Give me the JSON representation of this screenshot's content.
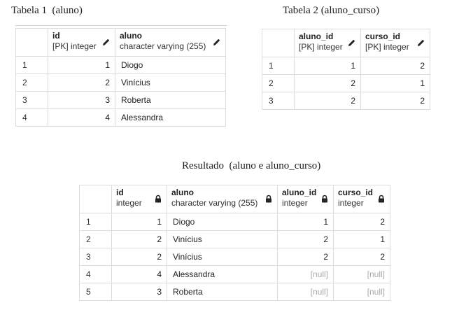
{
  "table1": {
    "caption": "Tabela 1  (aluno)",
    "columns": [
      {
        "name": "id",
        "type": "[PK] integer",
        "icon": "pencil-icon"
      },
      {
        "name": "aluno",
        "type": "character varying (255)",
        "icon": "pencil-icon"
      }
    ],
    "rows": [
      {
        "n": "1",
        "c": [
          "1",
          "Diogo"
        ]
      },
      {
        "n": "2",
        "c": [
          "2",
          "Vinícius"
        ]
      },
      {
        "n": "3",
        "c": [
          "3",
          "Roberta"
        ]
      },
      {
        "n": "4",
        "c": [
          "4",
          "Alessandra"
        ]
      }
    ]
  },
  "table2": {
    "caption": "Tabela 2 (aluno_curso)",
    "columns": [
      {
        "name": "aluno_id",
        "type": "[PK] integer",
        "icon": "pencil-icon"
      },
      {
        "name": "curso_id",
        "type": "[PK] integer",
        "icon": "pencil-icon"
      }
    ],
    "rows": [
      {
        "n": "1",
        "c": [
          "1",
          "2"
        ]
      },
      {
        "n": "2",
        "c": [
          "2",
          "1"
        ]
      },
      {
        "n": "3",
        "c": [
          "2",
          "2"
        ]
      }
    ]
  },
  "result": {
    "caption": "Resultado  (aluno e aluno_curso)",
    "columns": [
      {
        "name": "id",
        "type": "integer",
        "icon": "lock-icon"
      },
      {
        "name": "aluno",
        "type": "character varying (255)",
        "icon": "lock-icon"
      },
      {
        "name": "aluno_id",
        "type": "integer",
        "icon": "lock-icon"
      },
      {
        "name": "curso_id",
        "type": "integer",
        "icon": "lock-icon"
      }
    ],
    "rows": [
      {
        "n": "1",
        "c": [
          "1",
          "Diogo",
          "1",
          "2"
        ]
      },
      {
        "n": "2",
        "c": [
          "2",
          "Vinícius",
          "2",
          "1"
        ]
      },
      {
        "n": "3",
        "c": [
          "2",
          "Vinícius",
          "2",
          "2"
        ]
      },
      {
        "n": "4",
        "c": [
          "4",
          "Alessandra",
          "[null]",
          "[null]"
        ]
      },
      {
        "n": "5",
        "c": [
          "3",
          "Roberta",
          "[null]",
          "[null]"
        ]
      }
    ]
  },
  "colors": {
    "grid_line": "#dcdcdc",
    "null_text": "#aaaaaa"
  }
}
